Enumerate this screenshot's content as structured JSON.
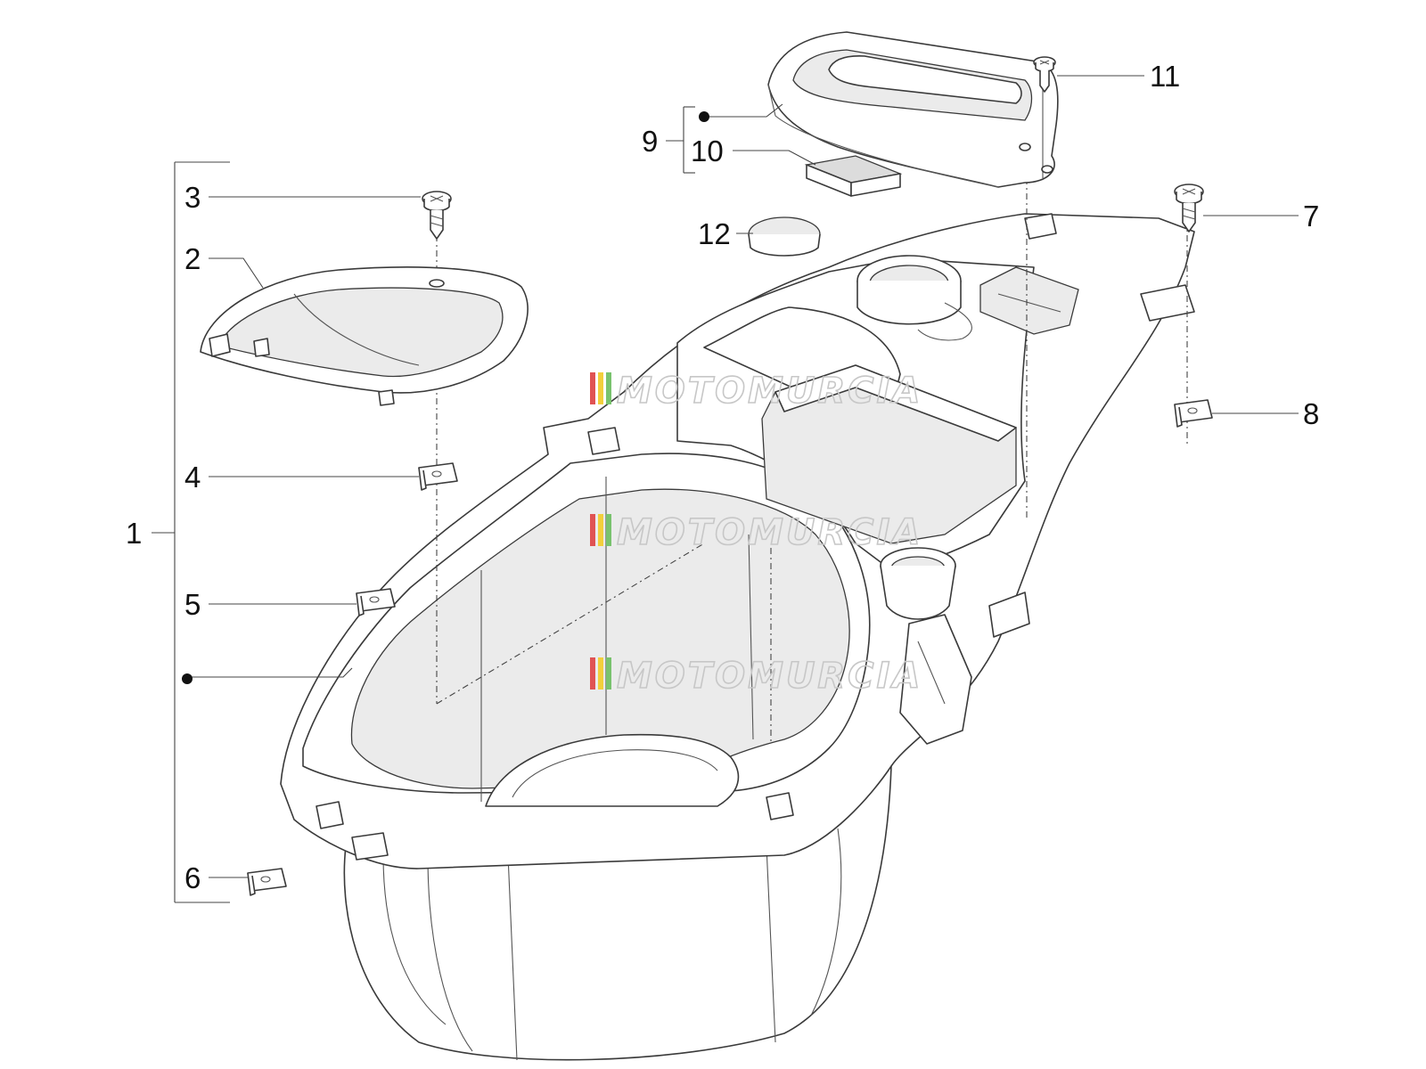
{
  "diagram": {
    "callouts": {
      "c1": "1",
      "c2": "2",
      "c3": "3",
      "c4": "4",
      "c5": "5",
      "c6": "6",
      "c7": "7",
      "c8": "8",
      "c9": "9",
      "c10": "10",
      "c11": "11",
      "c12": "12"
    },
    "watermark": {
      "text": "MOTOMURCIA",
      "stripe_colors": [
        "#e05353",
        "#f2cf3c",
        "#79c26e"
      ]
    }
  }
}
